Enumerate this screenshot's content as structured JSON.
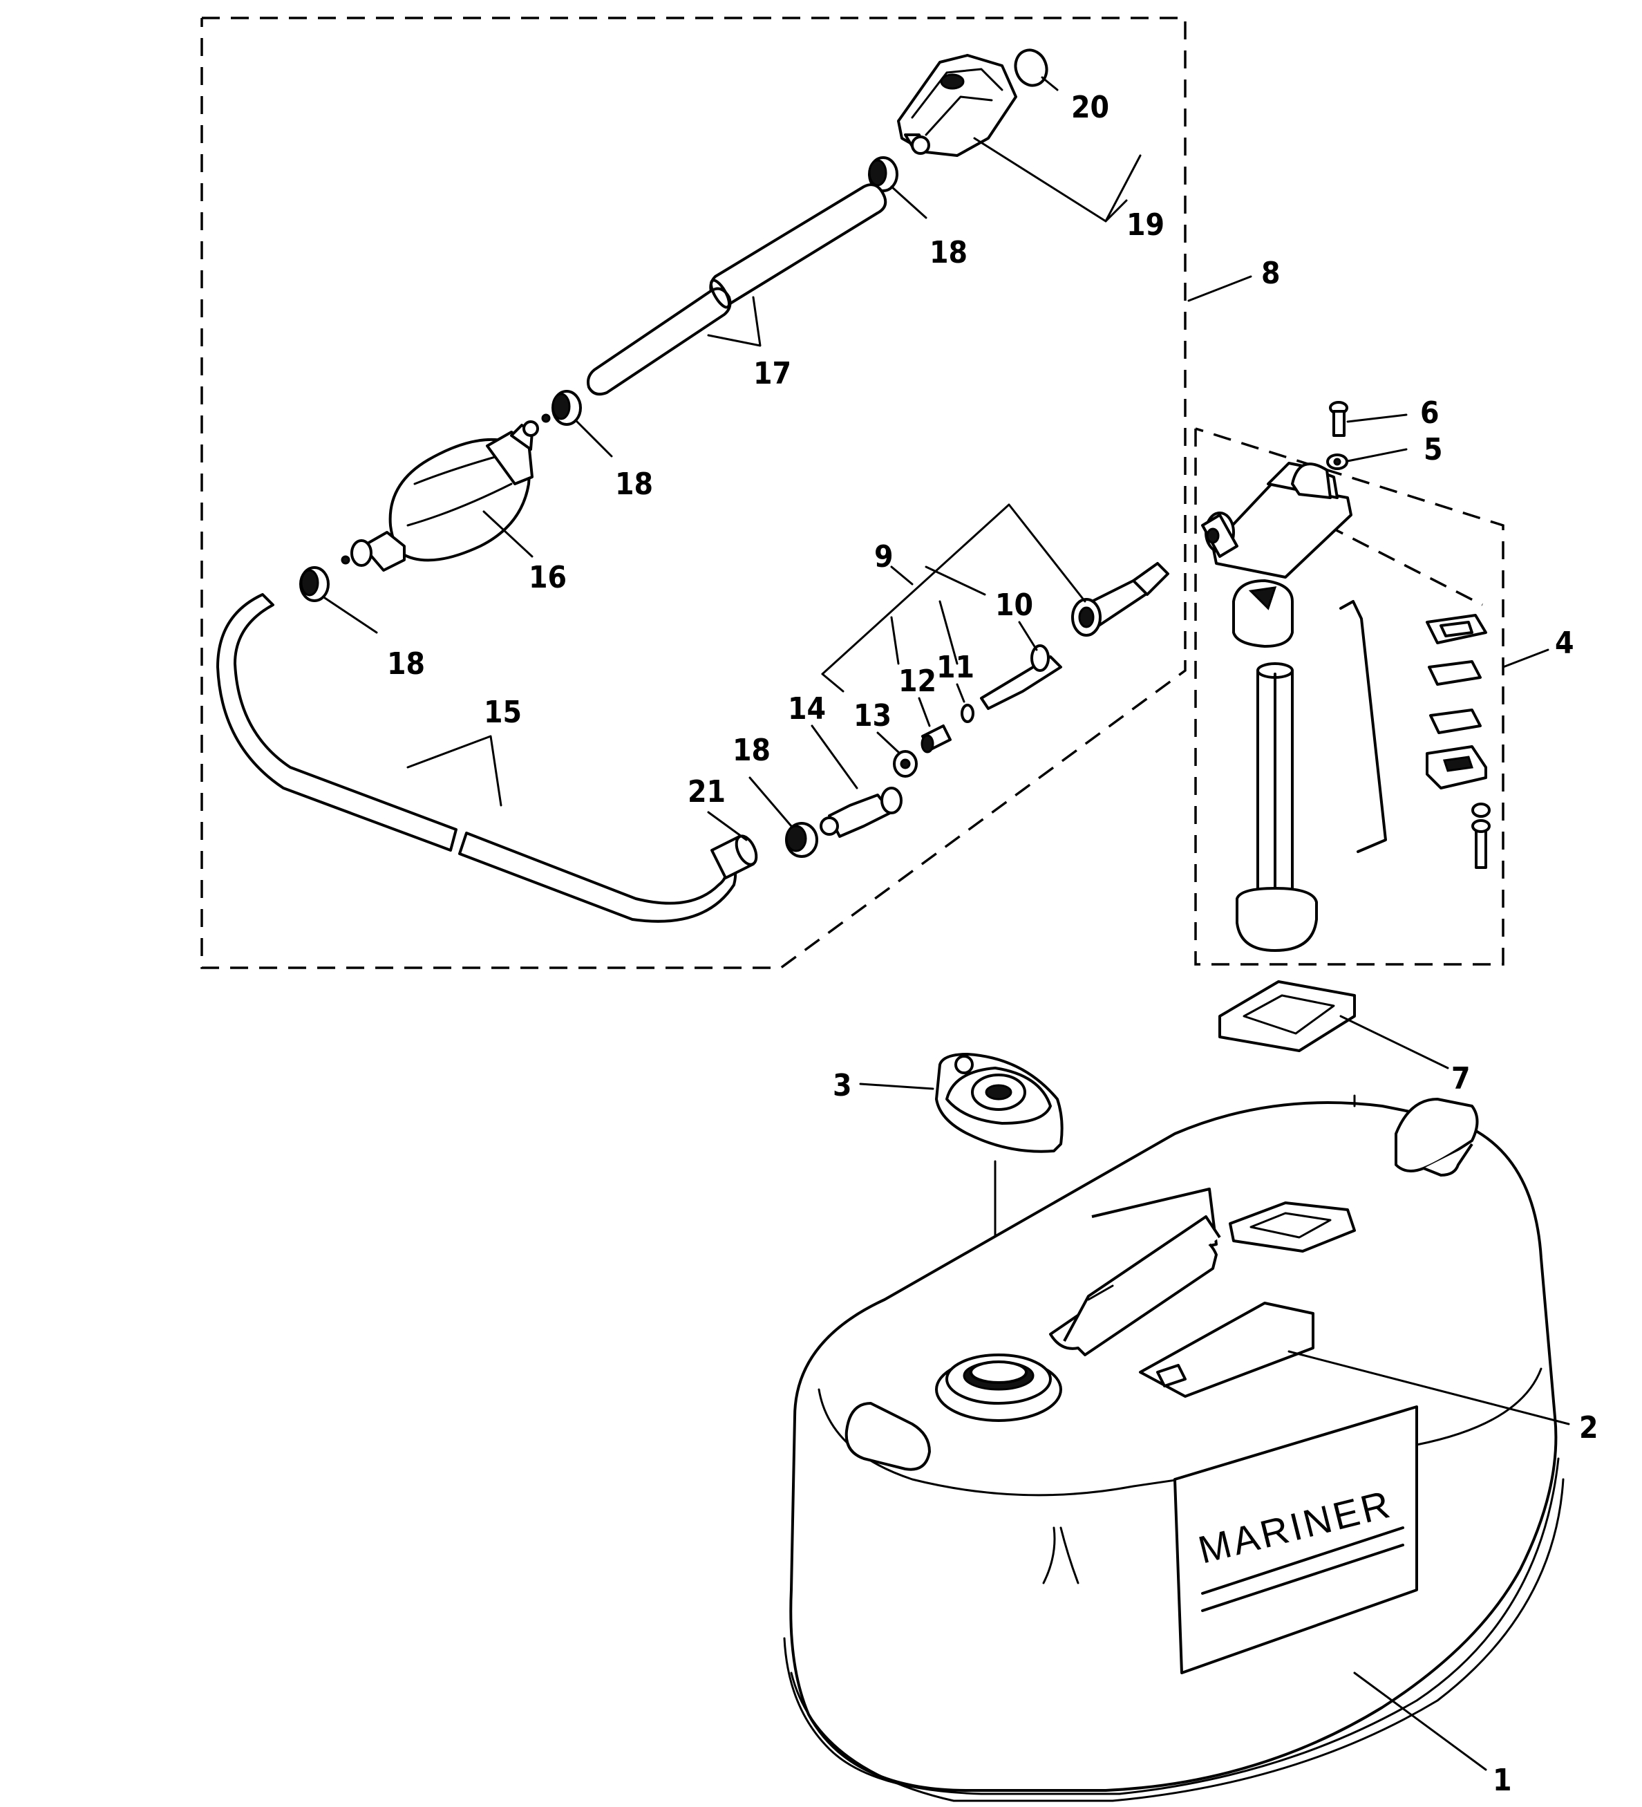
{
  "callouts": {
    "c1": "1",
    "c2": "2",
    "c3": "3",
    "c4": "4",
    "c5": "5",
    "c6": "6",
    "c7": "7",
    "c8": "8",
    "c9": "9",
    "c10": "10",
    "c11": "11",
    "c12": "12",
    "c13": "13",
    "c14": "14",
    "c15": "15",
    "c16": "16",
    "c17": "17",
    "c18a": "18",
    "c18b": "18",
    "c18c": "18",
    "c18d": "18",
    "c19": "19",
    "c20": "20",
    "c21": "21"
  },
  "tank": {
    "decal_text": "MARINER"
  }
}
